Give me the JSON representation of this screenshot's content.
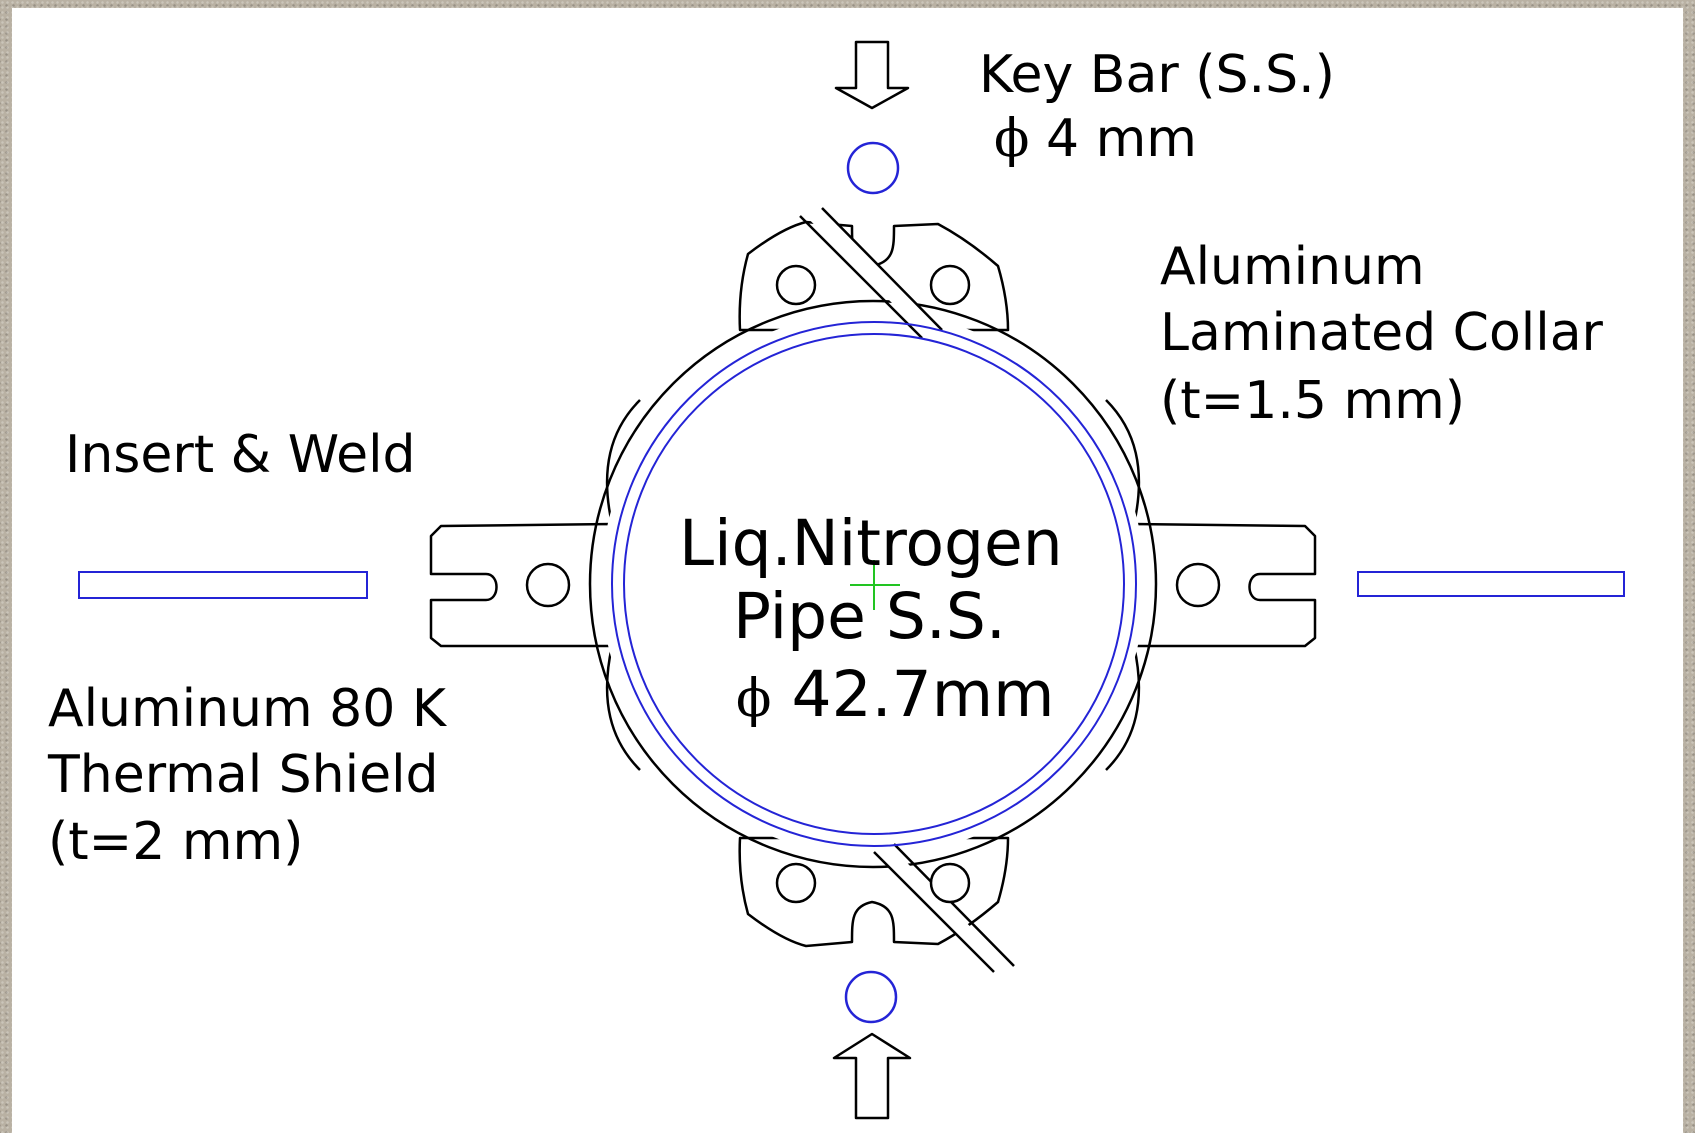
{
  "labels": {
    "key_bar_name": "Key Bar (S.S.)",
    "key_bar_diameter": "4 mm",
    "collar_line1": "Aluminum",
    "collar_line2": "Laminated Collar",
    "collar_line3": "(t=1.5 mm)",
    "insert_weld": "Insert & Weld",
    "shield_line1": "Aluminum 80 K",
    "shield_line2": "Thermal Shield",
    "shield_line3": "(t=2 mm)",
    "pipe_line1": "Liq.Nitrogen",
    "pipe_line2": "Pipe S.S.",
    "pipe_diameter": "42.7mm",
    "phi_symbol": "ϕ"
  },
  "colors": {
    "outline": "#000000",
    "steel_parts": "#2424d6",
    "center_mark": "#22c422",
    "border_texture": "#b9b1a3"
  },
  "icons": {
    "down_arrow": "down-arrow-icon",
    "up_arrow": "up-arrow-icon"
  }
}
